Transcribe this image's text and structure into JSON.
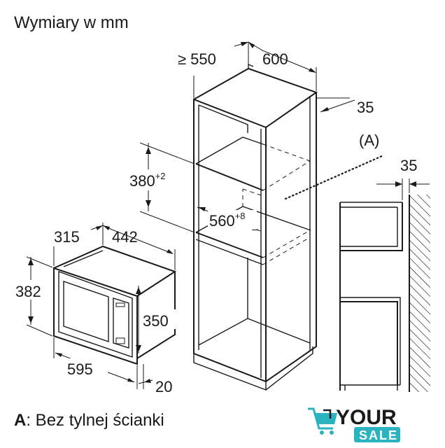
{
  "title": "Wymiary w mm",
  "dimensions": {
    "cabinet_depth": "≥ 550",
    "cabinet_width": "600",
    "side_gap": "35",
    "niche_height": "380",
    "niche_height_tolerance": "+2",
    "niche_width": "560",
    "niche_width_tolerance": "+8",
    "oven_depth": "315",
    "oven_body_width": "442",
    "oven_height": "382",
    "oven_inner_height": "350",
    "oven_width": "595",
    "frame_depth": "20",
    "wall_gap": "35"
  },
  "callout_label": "A",
  "legend": {
    "key": "A",
    "text": ": Bez tylnej ścianki"
  },
  "logo": {
    "line1": "YOUR",
    "line2": "SALE",
    "colors": {
      "primary": "#1a1a1a",
      "accent": "#2bb3c0"
    }
  }
}
